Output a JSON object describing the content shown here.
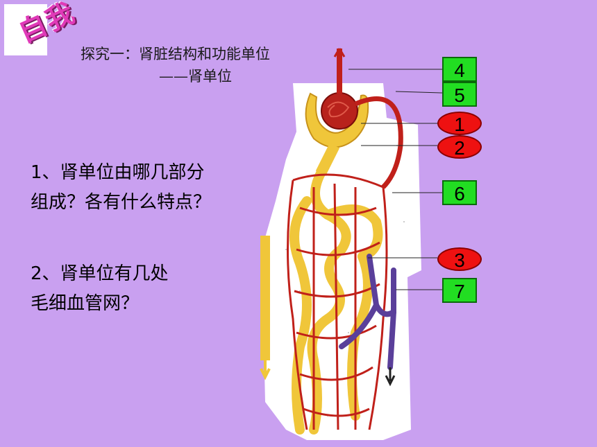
{
  "badge_text": "自我",
  "title_line1": "探究一：肾脏结构和功能单位",
  "title_line2": "——肾单位",
  "question1_line1": "1、肾单位由哪几部分",
  "question1_line2": "组成？各有什么特点？",
  "question2_line1": "2、肾单位有几处",
  "question2_line2": "毛细血管网？",
  "labels": [
    "4",
    "5",
    "1",
    "2",
    "6",
    "3",
    "7"
  ],
  "colors": {
    "background": "#c9a0f0",
    "label_green": "#22dd22",
    "label_red": "#ee1111",
    "artery": "#c0201a",
    "vein": "#5a3f9a",
    "tubule": "#f0c63a"
  }
}
